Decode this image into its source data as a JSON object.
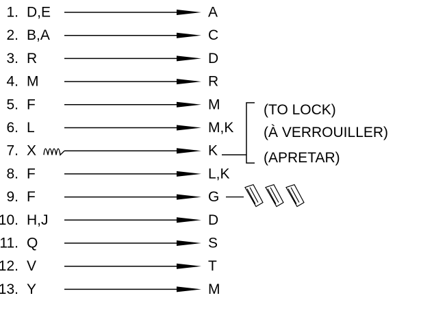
{
  "steps": [
    {
      "num": "1.",
      "from": "D,E",
      "to": "A"
    },
    {
      "num": "2.",
      "from": "B,A",
      "to": "C"
    },
    {
      "num": "3.",
      "from": "R",
      "to": "D"
    },
    {
      "num": "4.",
      "from": "M",
      "to": "R"
    },
    {
      "num": "5.",
      "from": "F",
      "to": "M"
    },
    {
      "num": "6.",
      "from": "L",
      "to": "M,K"
    },
    {
      "num": "7.",
      "from": "X",
      "to": "K",
      "coil": true
    },
    {
      "num": "8.",
      "from": "F",
      "to": "L,K"
    },
    {
      "num": "9.",
      "from": "F",
      "to": "G",
      "wire_nuts": true
    },
    {
      "num": "10.",
      "from": "H,J",
      "to": "D"
    },
    {
      "num": "11.",
      "from": "Q",
      "to": "S"
    },
    {
      "num": "12.",
      "from": "V",
      "to": "T"
    },
    {
      "num": "13.",
      "from": "Y",
      "to": "M"
    }
  ],
  "lock_note": {
    "lines": [
      "(TO LOCK)",
      "(À VERROUILLER)",
      "(APRETAR)"
    ]
  },
  "colors": {
    "ink": "#000000",
    "background": "#ffffff"
  }
}
